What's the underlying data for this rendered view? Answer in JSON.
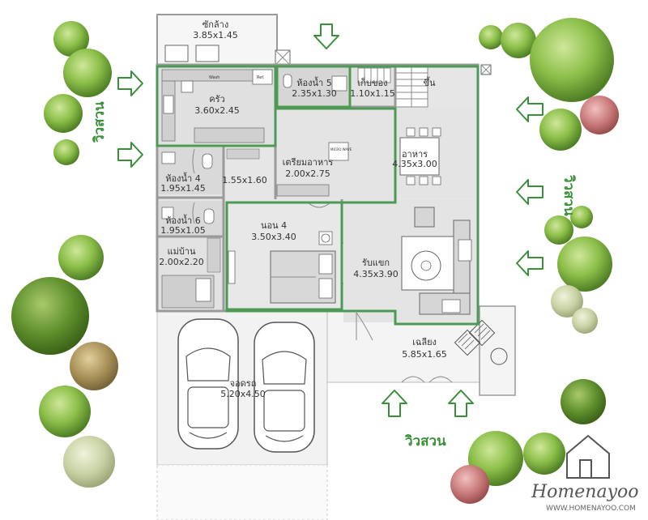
{
  "rooms": [
    {
      "id": "laundry",
      "name": "ซักล้าง",
      "size": "3.85x1.45"
    },
    {
      "id": "kitchen",
      "name": "ครัว",
      "size": "3.60x2.45"
    },
    {
      "id": "bath5",
      "name": "ห้องน้ำ 5",
      "size": "2.35x1.30"
    },
    {
      "id": "storage",
      "name": "เก็บของ",
      "size": "1.10x1.15"
    },
    {
      "id": "stairs",
      "name": "ขึ้น",
      "size": ""
    },
    {
      "id": "prep",
      "name": "เตรียมอาหาร",
      "size": "2.00x2.75"
    },
    {
      "id": "dining",
      "name": "อาหาร",
      "size": "4.35x3.00"
    },
    {
      "id": "bath4",
      "name": "ห้องน้ำ 4",
      "size": "1.95x1.45"
    },
    {
      "id": "hall",
      "name": "",
      "size": "1.55x1.60"
    },
    {
      "id": "bath6",
      "name": "ห้องน้ำ 6",
      "size": "1.95x1.05"
    },
    {
      "id": "maid",
      "name": "แม่บ้าน",
      "size": "2.00x2.20"
    },
    {
      "id": "bed4",
      "name": "นอน 4",
      "size": "3.50x3.40"
    },
    {
      "id": "living",
      "name": "รับแขก",
      "size": "4.35x3.90"
    },
    {
      "id": "terrace",
      "name": "เฉลียง",
      "size": "5.85x1.65"
    },
    {
      "id": "garage",
      "name": "จอดรถ",
      "size": "5.20x4.50"
    }
  ],
  "garden_labels": {
    "left": "วิวสวน",
    "right": "วิวสวน",
    "bottom": "วิวสวน"
  },
  "appliance_labels": {
    "wash": "Wash",
    "ref": "Ref.",
    "micro": "MICRO WAVE"
  },
  "brand": {
    "name": "Homenayoo",
    "url": "WWW.HOMENAYOO.COM"
  },
  "colors": {
    "highlight": "#4e9a55",
    "arrow": "#3a8f3a",
    "floor": "#e6e6e6",
    "floor_dark": "#d4d4d4",
    "tree_green": "#8cbf4a",
    "tree_dark": "#5e8f2c",
    "tree_red": "#c97a7a"
  }
}
